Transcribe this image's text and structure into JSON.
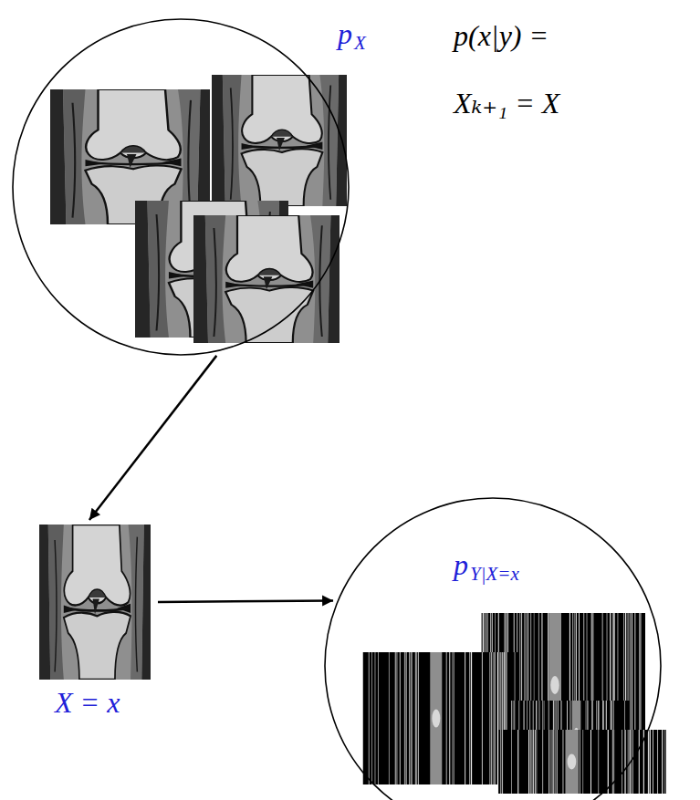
{
  "diagram": {
    "nodes": [
      {
        "text": [
          "p",
          "X"
        ]
      },
      {
        "text": [
          "X = x"
        ]
      },
      {
        "text": [
          "p",
          "Y|X=x"
        ]
      }
    ],
    "edges": [
      {
        "from": 0,
        "to": 1,
        "arrow": "to"
      },
      {
        "from": 1,
        "to": 2,
        "arrow": "to"
      }
    ],
    "labels": [
      "p(x|y) =",
      "Xₖ₊₁ = X"
    ]
  }
}
